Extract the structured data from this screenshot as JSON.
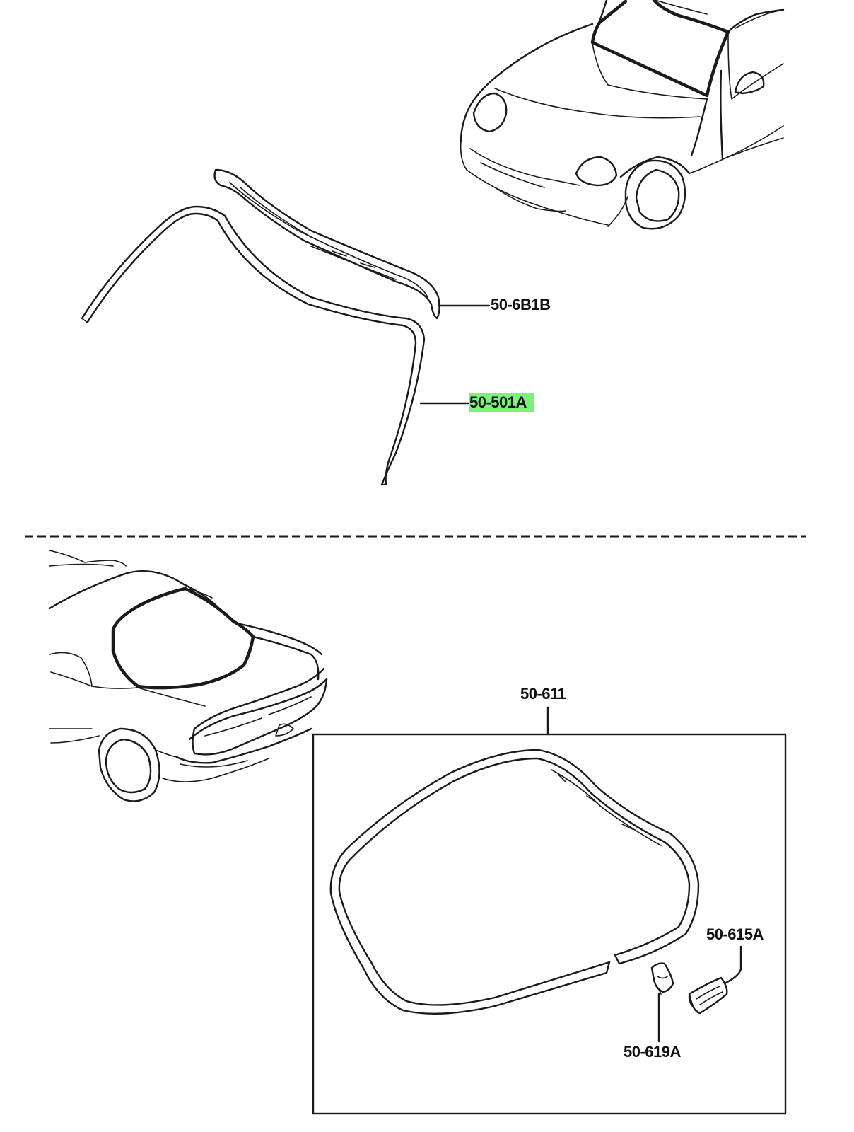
{
  "colors": {
    "line": "#1a1a1a",
    "highlight": "#7cf27c",
    "background": "#ffffff"
  },
  "labels": {
    "part_50_681b": "50-6B1B",
    "part_50_501a": "50-501A",
    "part_50_611": "50-611",
    "part_50_615a": "50-615A",
    "part_50_619a": "50-619A"
  },
  "highlighted_part": "50-501A"
}
